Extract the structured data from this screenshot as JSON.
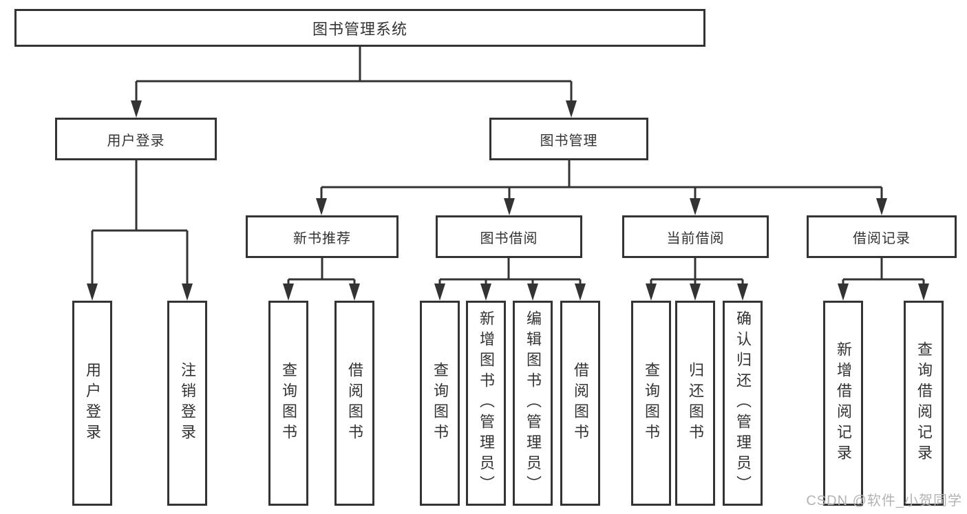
{
  "diagram": {
    "nodes": {
      "root": "图书管理系统",
      "user_login": "用户登录",
      "book_mgmt": "图书管理",
      "new_book_rec": "新书推荐",
      "book_borrow": "图书借阅",
      "current_borrow": "当前借阅",
      "borrow_records": "借阅记录",
      "leaf_user_login": "用户登录",
      "leaf_logout": "注销登录",
      "leaf_query_books_1": "查询图书",
      "leaf_borrow_books_1": "借阅图书",
      "leaf_query_books_2": "查询图书",
      "leaf_add_book_admin": "新增图书（管理员）",
      "leaf_edit_book_admin": "编辑图书（管理员）",
      "leaf_borrow_books_2": "借阅图书",
      "leaf_query_books_3": "查询图书",
      "leaf_return_books": "归还图书",
      "leaf_confirm_return_admin": "确认归还（管理员）",
      "leaf_add_borrow_record": "新增借阅记录",
      "leaf_query_borrow_record": "查询借阅记录"
    },
    "colors": {
      "line": "#333333",
      "box_fill": "#ffffff",
      "text": "#333333",
      "watermark": "#b3b3b3"
    }
  },
  "watermark": {
    "text": "CSDN @软件_小贺同学"
  }
}
